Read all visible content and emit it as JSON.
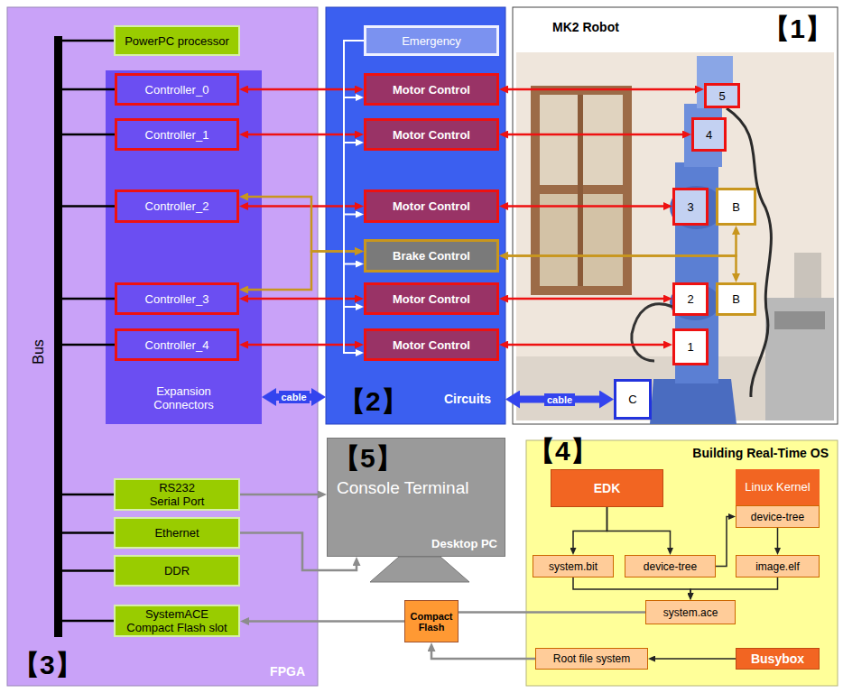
{
  "diagram": {
    "nodes": [
      {
        "text": [
          "【3】",
          "FPGA"
        ]
      },
      {
        "text": [
          "Bus"
        ],
        "in": 0
      },
      {
        "text": [
          "PowerPC processor"
        ],
        "in": 0
      },
      {
        "text": [
          "Expansion Connectors"
        ],
        "in": 0
      },
      {
        "text": [
          "Controller_0"
        ],
        "in": 3
      },
      {
        "text": [
          "Controller_1"
        ],
        "in": 3
      },
      {
        "text": [
          "Controller_2"
        ],
        "in": 3
      },
      {
        "text": [
          "Controller_3"
        ],
        "in": 3
      },
      {
        "text": [
          "Controller_4"
        ],
        "in": 3
      },
      {
        "text": [
          "RS232 Serial Port"
        ],
        "in": 0
      },
      {
        "text": [
          "Ethernet"
        ],
        "in": 0
      },
      {
        "text": [
          "DDR"
        ],
        "in": 0
      },
      {
        "text": [
          "SystemACE Compact Flash slot"
        ],
        "in": 0
      },
      {
        "text": [
          "【2】",
          "Circuits"
        ]
      },
      {
        "text": [
          "Emergency"
        ],
        "in": 13
      },
      {
        "text": [
          "Motor Control"
        ],
        "in": 13
      },
      {
        "text": [
          "Motor Control"
        ],
        "in": 13
      },
      {
        "text": [
          "Motor Control"
        ],
        "in": 13
      },
      {
        "text": [
          "Brake Control"
        ],
        "in": 13
      },
      {
        "text": [
          "Motor Control"
        ],
        "in": 13
      },
      {
        "text": [
          "Motor Control"
        ],
        "in": 13
      },
      {
        "text": [
          "MK2 Robot",
          "【1】"
        ]
      },
      {
        "text": [
          "5"
        ],
        "in": 21
      },
      {
        "text": [
          "4"
        ],
        "in": 21
      },
      {
        "text": [
          "3"
        ],
        "in": 21
      },
      {
        "text": [
          "B"
        ],
        "in": 21
      },
      {
        "text": [
          "2"
        ],
        "in": 21
      },
      {
        "text": [
          "B"
        ],
        "in": 21
      },
      {
        "text": [
          "1"
        ],
        "in": 21
      },
      {
        "text": [
          "C"
        ],
        "in": 21
      },
      {
        "text": [
          "【5】",
          "Console Terminal",
          "Desktop PC"
        ]
      },
      {
        "text": [
          "Compact Flash"
        ]
      },
      {
        "text": [
          "【4】",
          "Building Real-Time OS"
        ]
      },
      {
        "text": [
          "EDK"
        ],
        "in": 32
      },
      {
        "text": [
          "Linux Kernel"
        ],
        "in": 32
      },
      {
        "text": [
          "device-tree"
        ],
        "in": 34
      },
      {
        "text": [
          "system.bit"
        ],
        "in": 32
      },
      {
        "text": [
          "device-tree"
        ],
        "in": 32
      },
      {
        "text": [
          "image.elf"
        ],
        "in": 32
      },
      {
        "text": [
          "system.ace"
        ],
        "in": 32
      },
      {
        "text": [
          "Root file system"
        ],
        "in": 32
      },
      {
        "text": [
          "Busybox"
        ],
        "in": 32
      }
    ],
    "edges": [
      {
        "from": 1,
        "to": 2,
        "arrow": "none"
      },
      {
        "from": 1,
        "to": 4,
        "arrow": "none"
      },
      {
        "from": 1,
        "to": 5,
        "arrow": "none"
      },
      {
        "from": 1,
        "to": 6,
        "arrow": "none"
      },
      {
        "from": 1,
        "to": 7,
        "arrow": "none"
      },
      {
        "from": 1,
        "to": 8,
        "arrow": "none"
      },
      {
        "from": 1,
        "to": 9,
        "arrow": "none"
      },
      {
        "from": 1,
        "to": 10,
        "arrow": "none"
      },
      {
        "from": 1,
        "to": 11,
        "arrow": "none"
      },
      {
        "from": 1,
        "to": 12,
        "arrow": "none"
      },
      {
        "from": 4,
        "to": 15,
        "arrow": "both"
      },
      {
        "from": 15,
        "to": 22,
        "arrow": "both"
      },
      {
        "from": 5,
        "to": 16,
        "arrow": "both"
      },
      {
        "from": 16,
        "to": 23,
        "arrow": "both"
      },
      {
        "from": 6,
        "to": 17,
        "arrow": "both"
      },
      {
        "from": 17,
        "to": 24,
        "arrow": "both"
      },
      {
        "from": 7,
        "to": 19,
        "arrow": "both"
      },
      {
        "from": 19,
        "to": 26,
        "arrow": "both"
      },
      {
        "from": 8,
        "to": 20,
        "arrow": "both"
      },
      {
        "from": 20,
        "to": 28,
        "arrow": "both"
      },
      {
        "from": 6,
        "to": 18,
        "arrow": "both"
      },
      {
        "from": 7,
        "to": 18,
        "arrow": "both"
      },
      {
        "from": 18,
        "to": 25,
        "arrow": "both"
      },
      {
        "from": 18,
        "to": 27,
        "arrow": "both"
      },
      {
        "from": 14,
        "to": 15,
        "arrow": "to"
      },
      {
        "from": 14,
        "to": 16,
        "arrow": "to"
      },
      {
        "from": 14,
        "to": 17,
        "arrow": "to"
      },
      {
        "from": 14,
        "to": 18,
        "arrow": "to"
      },
      {
        "from": 14,
        "to": 19,
        "arrow": "to"
      },
      {
        "from": 14,
        "to": 20,
        "arrow": "to"
      },
      {
        "from": 3,
        "to": 13,
        "label": "cable",
        "arrow": "both"
      },
      {
        "from": 13,
        "to": 29,
        "label": "cable",
        "arrow": "both"
      },
      {
        "from": 9,
        "to": 30,
        "arrow": "to"
      },
      {
        "from": 10,
        "to": 30,
        "arrow": "to"
      },
      {
        "from": 31,
        "to": 12,
        "arrow": "to"
      },
      {
        "from": 39,
        "to": 31,
        "arrow": "none"
      },
      {
        "from": 40,
        "to": 31,
        "arrow": "to"
      },
      {
        "from": 41,
        "to": 40,
        "arrow": "to"
      },
      {
        "from": 33,
        "to": 36,
        "arrow": "to"
      },
      {
        "from": 33,
        "to": 37,
        "arrow": "to"
      },
      {
        "from": 37,
        "to": 35,
        "arrow": "to"
      },
      {
        "from": 35,
        "to": 38,
        "arrow": "to"
      },
      {
        "from": 36,
        "to": 39,
        "arrow": "to"
      },
      {
        "from": 38,
        "to": 39,
        "arrow": "to"
      }
    ]
  }
}
